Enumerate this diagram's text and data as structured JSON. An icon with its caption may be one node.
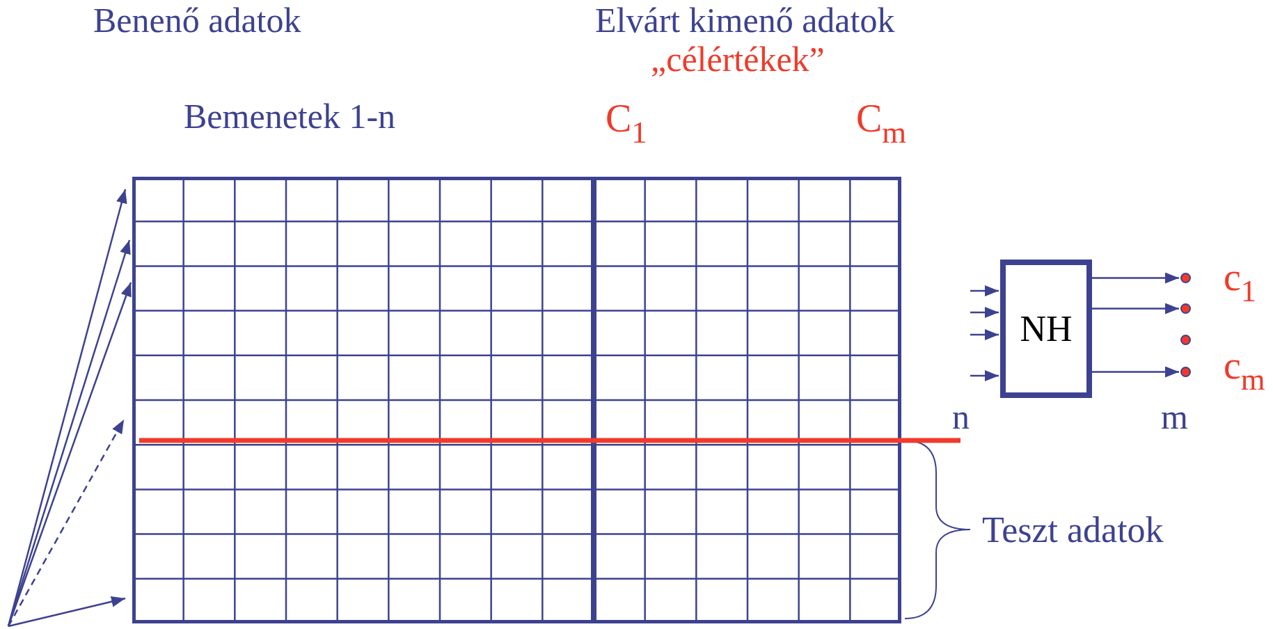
{
  "diagram": {
    "nodes": [
      {
        "text": [],
        "shape": "box"
      },
      {
        "text": [
          "NH"
        ]
      },
      {
        "text": [],
        "shape": "circle",
        "beside": [
          "c$_{1}$"
        ]
      },
      {
        "text": [],
        "shape": "circle"
      },
      {
        "text": [],
        "shape": "circle"
      },
      {
        "text": [],
        "shape": "circle",
        "beside": [
          "c$_{m}$"
        ]
      }
    ],
    "edges": [
      {
        "from": null,
        "to": 0,
        "arrow": "to"
      },
      {
        "from": null,
        "to": 0,
        "arrow": "to"
      },
      {
        "from": null,
        "to": 0,
        "arrow": "to"
      },
      {
        "from": null,
        "to": 0,
        "arrow": "to",
        "style": "dashed"
      },
      {
        "from": null,
        "to": 0,
        "arrow": "to"
      },
      {
        "from": null,
        "to": 1,
        "arrow": "to"
      },
      {
        "from": null,
        "to": 1,
        "arrow": "to"
      },
      {
        "from": null,
        "to": 1,
        "arrow": "to"
      },
      {
        "from": null,
        "to": 1,
        "arrow": "to"
      },
      {
        "from": 1,
        "to": 2,
        "arrow": "to"
      },
      {
        "from": 1,
        "to": 3,
        "arrow": "to"
      },
      {
        "from": 1,
        "to": 5,
        "arrow": "to"
      }
    ],
    "labels": [
      "Benenő adatok",
      "Elvárt kimenő adatok",
      "„célértékek”",
      "Bemenetek 1-n",
      "C$_{1}$",
      "C$_{m}$",
      "n",
      "m",
      "Teszt adatok"
    ]
  }
}
